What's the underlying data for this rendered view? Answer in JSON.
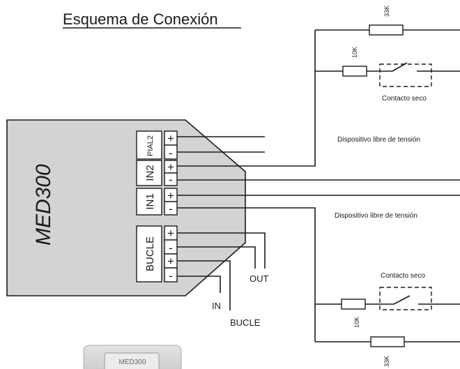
{
  "title": "Esquema de Conexión",
  "device": {
    "name": "MED300",
    "body_color": "#d3d3d3",
    "groups": [
      {
        "label": "PIAL2",
        "terminals": [
          "+",
          "-"
        ]
      },
      {
        "label": "IN2",
        "terminals": [
          "+",
          "-"
        ]
      },
      {
        "label": "IN1",
        "terminals": [
          "+",
          "-"
        ]
      },
      {
        "label": "BUCLE",
        "terminals": [
          "+",
          "-",
          "+",
          "-"
        ]
      }
    ]
  },
  "loop_labels": {
    "out": "OUT",
    "in": "IN",
    "bucle": "BUCLE"
  },
  "circuits": [
    {
      "resistor_parallel": "33K",
      "resistor_series": "10K",
      "contact_label": "Contacto seco",
      "device_label": "Dispositivo libre de tensión"
    },
    {
      "resistor_parallel": "33K",
      "resistor_series": "10K",
      "contact_label": "Contacto seco",
      "device_label": "Dispositivo libre de tensión"
    }
  ],
  "photo_label": "MED300"
}
